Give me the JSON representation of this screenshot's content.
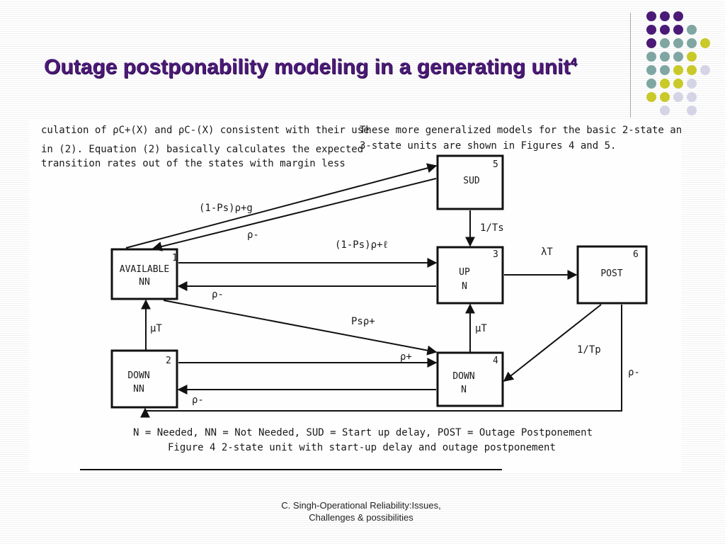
{
  "slide": {
    "title": "Outage postponability modeling in a generating unit",
    "title_superscript": "4",
    "footer_line1": "C. Singh-Operational Reliability:Issues,",
    "footer_line2": "Challenges & possibilities",
    "accent_colors": [
      "#4b1a78",
      "#7fa6a3",
      "#c9c92a",
      "#d4d4e6"
    ]
  },
  "figure": {
    "text_left_1": "culation of ρC+(X) and ρC-(X) consistent with their use",
    "text_left_2": "in (2).  Equation (2) basically calculates the expected",
    "text_left_3": "transition rates out of the states with margin less",
    "text_right_1": "These more generalized models for the basic 2-state and",
    "text_right_2": "3-state units are shown in Figures 4 and 5.",
    "states": [
      {
        "num": "1",
        "line1": "AVAILABLE",
        "line2": "NN"
      },
      {
        "num": "2",
        "line1": "DOWN",
        "line2": "NN"
      },
      {
        "num": "3",
        "line1": "UP",
        "line2": "N"
      },
      {
        "num": "4",
        "line1": "DOWN",
        "line2": "N"
      },
      {
        "num": "5",
        "line1": "SUD",
        "line2": ""
      },
      {
        "num": "6",
        "line1": "POST",
        "line2": ""
      }
    ],
    "rates": {
      "avail_to_sud": "(1-Ps)ρ+g",
      "sud_to_avail": "ρ-",
      "avail_to_up": "(1-Ps)ρ+ℓ",
      "up_to_avail": "ρ-",
      "avail_to_down4": "Psρ+",
      "down2_to_avail": "μT",
      "down2_to_down4": "ρ+",
      "down4_to_down2": "ρ-",
      "sud_to_up": "1/Ts",
      "up_to_post": "λT",
      "down4_to_up": "μT",
      "post_to_down4": "1/Tp",
      "post_to_down2": "ρ-"
    },
    "legend": "N = Needed, NN = Not Needed, SUD = Start up delay, POST = Outage Postponement",
    "caption": "Figure 4  2-state unit with start-up delay and outage postponement"
  }
}
